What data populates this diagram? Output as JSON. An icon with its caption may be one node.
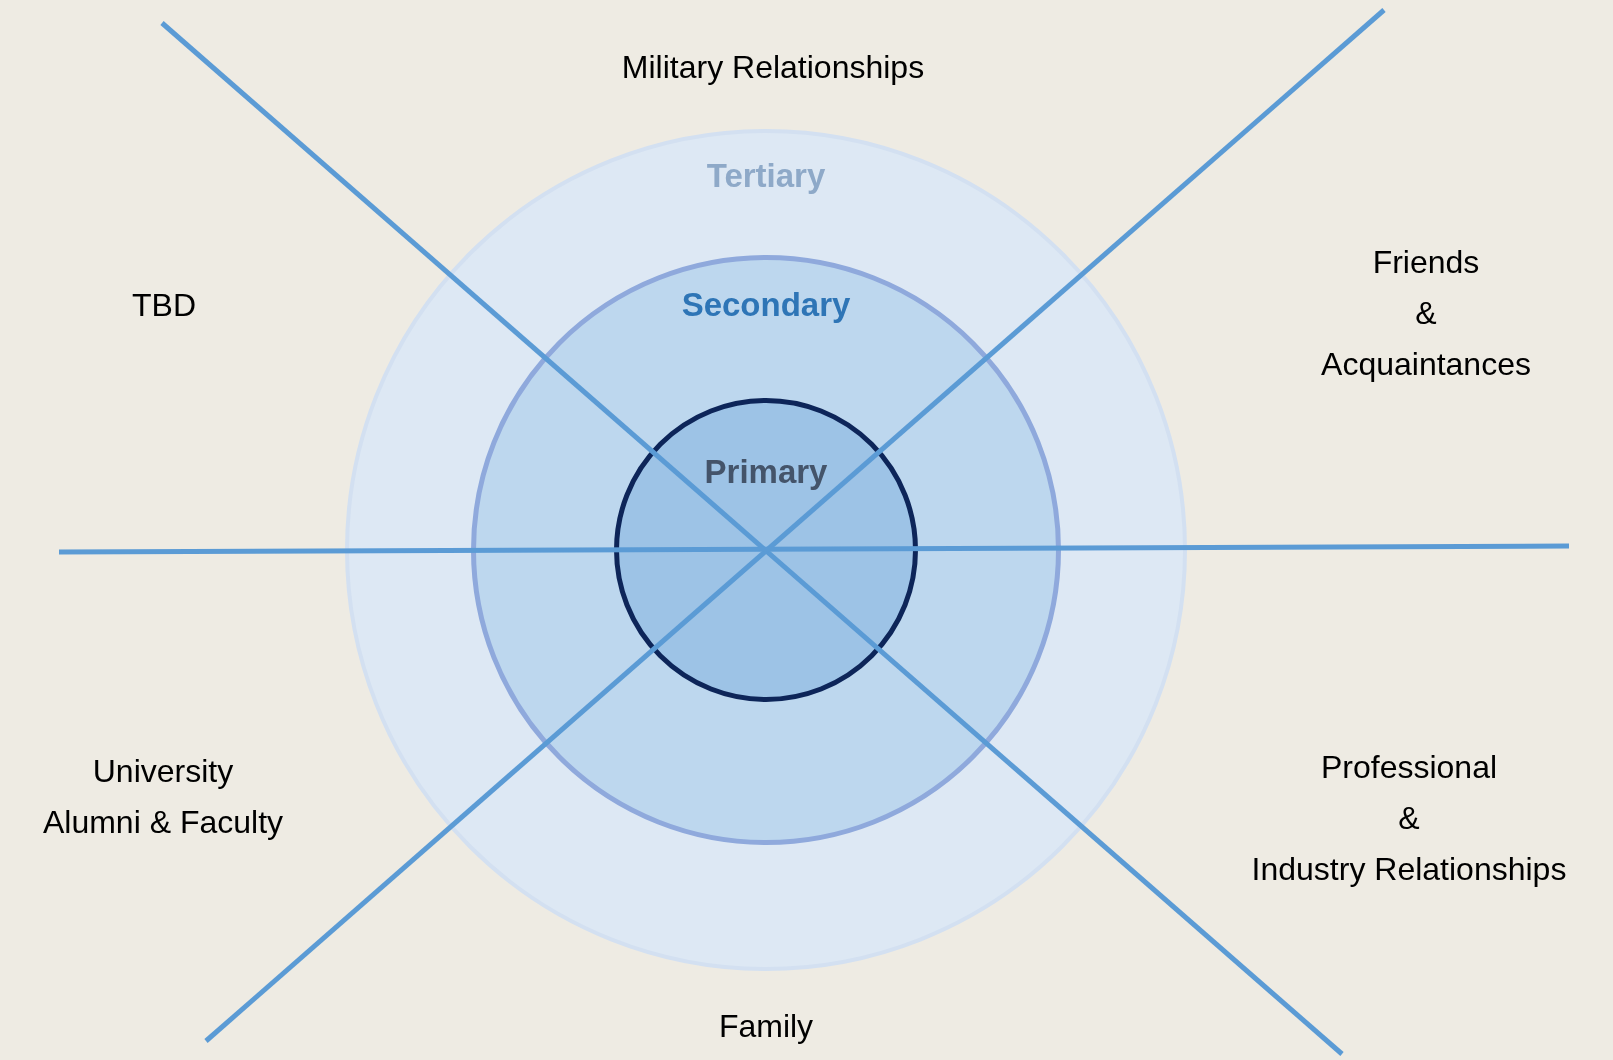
{
  "diagram": {
    "nodes": [
      {
        "text": [
          "Tertiary"
        ]
      },
      {
        "text": [
          "Secondary"
        ],
        "in": 0
      },
      {
        "text": [
          "Primary"
        ],
        "in": 1
      }
    ],
    "labels": [
      "Military Relationships",
      "TBD",
      "Friends & Acquaintances",
      "University Alumni & Faculty",
      "Professional & Industry Relationships",
      "Family"
    ]
  }
}
